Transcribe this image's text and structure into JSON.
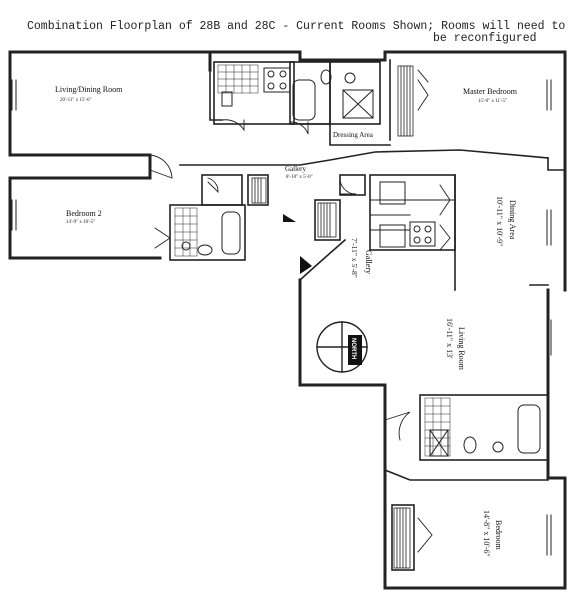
{
  "title_line1": "Combination Floorplan of 28B and 28C - Current Rooms Shown; Rooms will need to",
  "title_line2": "be reconfigured",
  "rooms": {
    "living_dining": {
      "name": "Living/Dining Room",
      "dims": "20'-11\" x 15'-6\""
    },
    "master_bedroom": {
      "name": "Master Bedroom",
      "dims": "15'-0\" x 11'-5\""
    },
    "dressing_area": {
      "name": "Dressing Area"
    },
    "gallery_top": {
      "name": "Gallery",
      "dims": "8'-10\" x 5'-0\""
    },
    "bedroom2": {
      "name": "Bedroom 2",
      "dims": "14'-9\" x 10'-5\""
    },
    "gallery_mid": {
      "name": "Gallery",
      "dims": "7'-11\" x 5'-8\""
    },
    "dining_area": {
      "name": "Dining Area",
      "dims": "10'-11\" x 10'-9\""
    },
    "living_room": {
      "name": "Living Room",
      "dims": "16'-11\" x 13'"
    },
    "bedroom": {
      "name": "Bedroom",
      "dims": "14'-8\" x 10'-6\""
    }
  },
  "compass": {
    "label": "NORTH"
  }
}
